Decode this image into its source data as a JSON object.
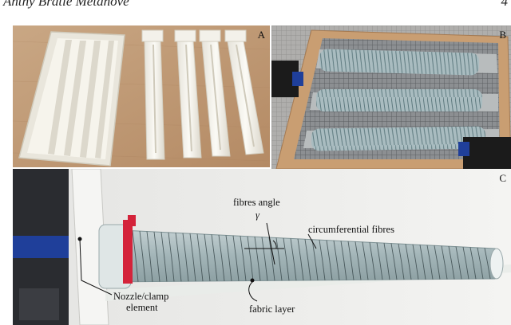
{
  "page": {
    "running_title": "Anthy Bratle Metanove",
    "page_number": "4"
  },
  "panels": {
    "a": {
      "letter": "A"
    },
    "b": {
      "letter": "B"
    },
    "c": {
      "letter": "C",
      "annotations": {
        "fibres_angle": "fibres angle",
        "gamma": "γ",
        "circumferential_fibres": "circumferential fibres",
        "nozzle_line1": "Nozzle/clamp",
        "nozzle_line2": "element",
        "fabric_layer": "fabric layer"
      }
    }
  },
  "colors": {
    "mould_plastic": "#f2efe6",
    "wood": "#c7a27a",
    "silicone_tube": "#a9bcc0",
    "clamp_red": "#d4233a",
    "clamp_blue": "#1f3f9a"
  }
}
